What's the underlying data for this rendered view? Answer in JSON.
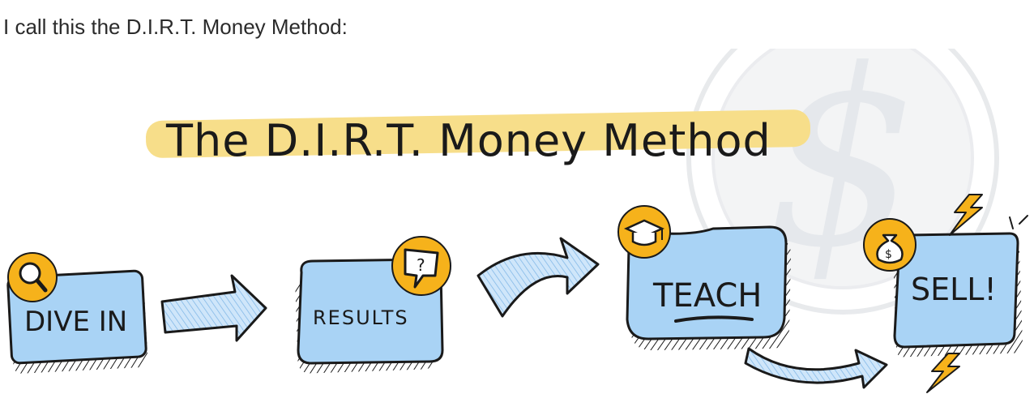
{
  "intro_text": "I call this the D.I.R.T. Money Method:",
  "illustration": {
    "title": "The D.I.R.T. Money Method",
    "steps": [
      {
        "label": "DIVE IN",
        "icon": "magnifying-glass-icon"
      },
      {
        "label": "RESULTS",
        "icon": "speech-bubble-question-icon"
      },
      {
        "label": "TEACH",
        "icon": "graduation-cap-icon"
      },
      {
        "label": "SELL!",
        "icon": "money-bag-icon"
      }
    ],
    "bubble_text": "?",
    "bag_text": "$",
    "colors": {
      "box_fill": "#a9d3f5",
      "icon_circle": "#f6b21b",
      "highlight": "#f7de8a",
      "ink": "#1a1a1a",
      "coin": "#e9ebee"
    }
  }
}
